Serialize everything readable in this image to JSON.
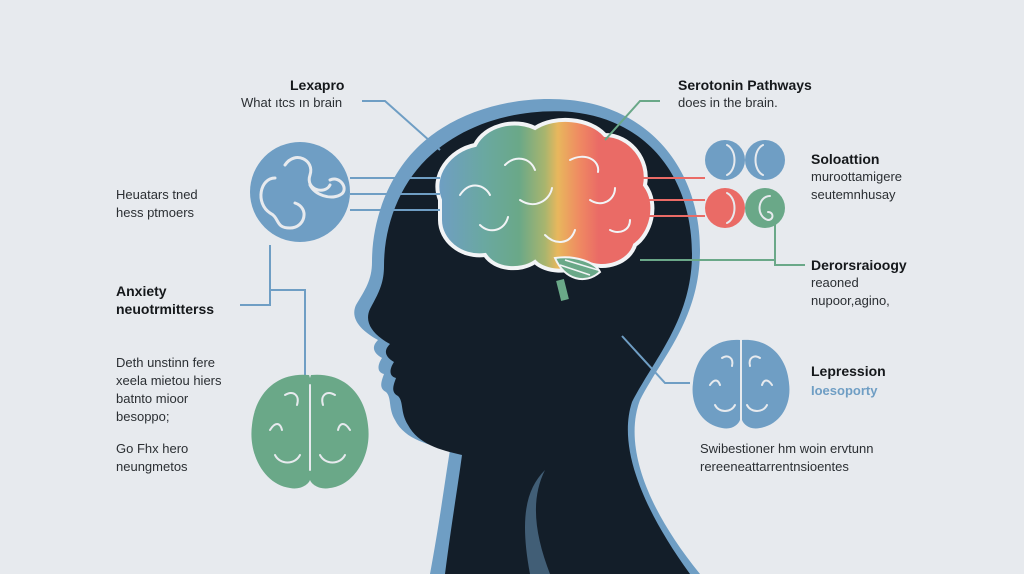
{
  "colors": {
    "background": "#e7eaee",
    "head": "#131e29",
    "head_outline": "#6f9ec4",
    "blue": "#6f9ec4",
    "green": "#6aa888",
    "yellow": "#e8b75d",
    "red": "#ea6b66",
    "connector_blue": "#6f9ec4",
    "connector_green": "#6aa888",
    "connector_red": "#ea6b66"
  },
  "labels": {
    "lexapro": {
      "title": "Lexapro",
      "subtitle": "What ıtcs ın brain"
    },
    "serotonin": {
      "title": "Serotonin Pathways",
      "subtitle": "does in the brain."
    },
    "heuatars": {
      "line1": "Heuatars tned",
      "line2": "hess ptmoers"
    },
    "anxiety": {
      "line1": "Anxiety",
      "line2": "neuotrmitterss"
    },
    "deth": {
      "line1": "Deth unstinn fere",
      "line2": "xeela mietou hiers",
      "line3": "batnto mioor",
      "line4": "besoppo;"
    },
    "gofhx": {
      "line1": "Go Fhx hero",
      "line2": "neungmetos"
    },
    "soloattion": {
      "title": "Soloattion",
      "line1": "muroottamigere",
      "line2": "seutemnhusay"
    },
    "derorsraioogy": {
      "title": "Derorsraioogy",
      "line1": "reaoned",
      "line2": "nupoor,agino,"
    },
    "lepression": {
      "title": "Lepression",
      "subtitle": "Ioesoporty"
    },
    "swibestione": {
      "line1": "Swibestioner hm woin ervtunn",
      "line2": "rereeneattarrentnsioentes"
    }
  },
  "icons": {
    "left_circle": "brain-swirl-icon",
    "green_brain": "brain-top-view-icon",
    "blue_brain": "brain-top-view-icon",
    "receptors": [
      "receptor-blue-left",
      "receptor-blue-right",
      "receptor-red-left",
      "receptor-green-right"
    ]
  }
}
